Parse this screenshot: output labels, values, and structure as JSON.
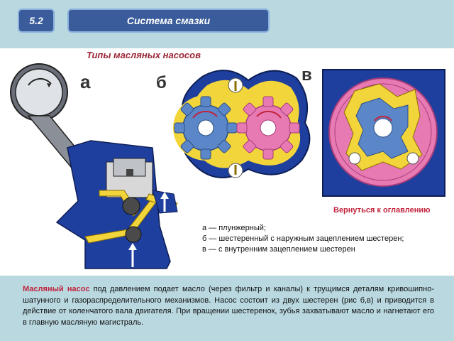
{
  "header": {
    "slide_number": "5.2",
    "title": "Система смазки"
  },
  "figure": {
    "title": "Типы масляных насосов",
    "labels": {
      "a": "а",
      "b": "б",
      "v": "в"
    }
  },
  "nav": {
    "back_label": "Вернуться к оглавлению"
  },
  "legend": {
    "items": [
      "а — плунжерный;",
      "б — шестеренный с наружным зацеплением шестерен;",
      "в — с внутренним зацеплением шестерен"
    ]
  },
  "description": {
    "term": "Масляный насос",
    "text": " под давлением подает масло (через фильтр и каналы) к трущимся деталям кривошипно-шатунного и газораспределительного механизмов. Насос состоит из двух шестерен (рис б,в) и приводится в действие от коленчатого вала двигателя. При вращении шестеренок, зубья захватывают масло и нагнетают его в главную масляную магистраль."
  },
  "colors": {
    "background": "#b9d8e0",
    "header_fill": "#3a5c9a",
    "accent_red": "#c0243c",
    "pump_blue": "#1f3f9e",
    "gear_blue": "#5b86c8",
    "gear_pink": "#e87ab3",
    "oil_yellow": "#f2d53a"
  },
  "icons": [
    "arrow-up-icon",
    "rotation-arrow-icon"
  ]
}
